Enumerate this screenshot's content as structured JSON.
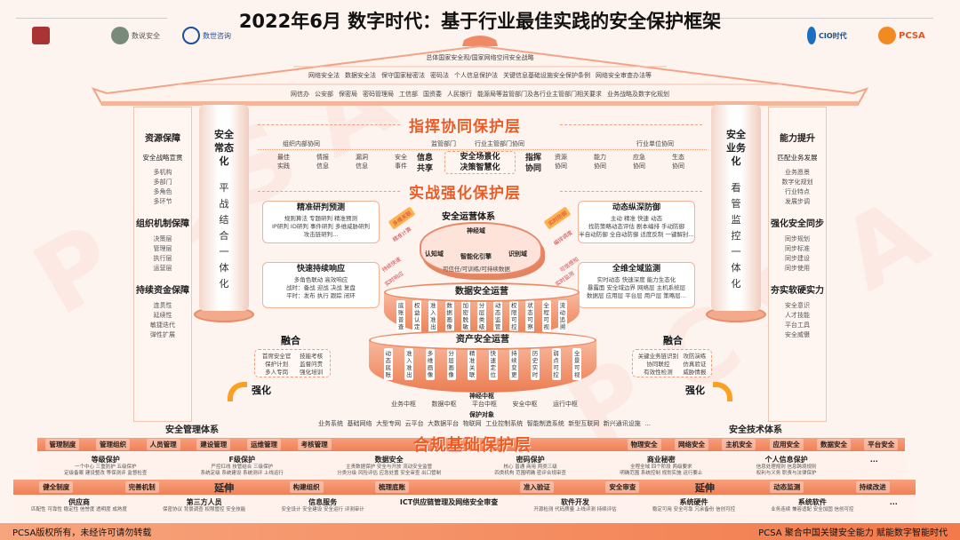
{
  "title": "2022年6月 数字时代：基于行业最佳实践的安全保护框架",
  "logos": {
    "left": [
      "数说安全",
      "数世咨询"
    ],
    "right": [
      "CIO时代",
      "PCSA"
    ]
  },
  "watermark": "PCSA",
  "roof": {
    "line1": "总体国家安全观/国家网络空间安全战略",
    "line2": [
      "网络安全法",
      "数据安全法",
      "保守国家秘密法",
      "密码法",
      "个人信息保护法",
      "关键信息基础设施安全保护条例",
      "网络安全审查办法等"
    ],
    "line3": [
      "网信办",
      "公安部",
      "保密局",
      "密码管理局",
      "工信部",
      "国资委",
      "人民银行",
      "能源局等监管部门及各行业主管部门相关要求",
      "业务战略及数字化规划"
    ]
  },
  "left_column": {
    "title": "资源保障",
    "sections": [
      {
        "head": "安全战略宣贯",
        "items": [
          "多机构",
          "多部门",
          "多角色",
          "多环节"
        ]
      },
      {
        "head": "组织机制保障",
        "items": [
          "决策层",
          "管理层",
          "执行层",
          "运营层"
        ]
      },
      {
        "head": "持续资金保障",
        "items": [
          "连贯性",
          "延续性",
          "敏捷迭代",
          "弹性扩展"
        ]
      }
    ]
  },
  "right_column": {
    "title": "能力提升",
    "sections": [
      {
        "head": "匹配业务发展",
        "items": [
          "业务愿景",
          "数字化规划",
          "行业特点",
          "发展步调"
        ]
      },
      {
        "head": "强化安全同步",
        "items": [
          "同步规划",
          "同步标准",
          "同步建设",
          "同步使用"
        ]
      },
      {
        "head": "夯实软硬实力",
        "items": [
          "安全意识",
          "人才技能",
          "平台工具",
          "安全威慑"
        ]
      }
    ]
  },
  "left_pillar": {
    "head": "安全常态化",
    "vertical": "平战结合一体化"
  },
  "right_pillar": {
    "head": "安全业务化",
    "vertical": "看管监控一体化"
  },
  "command_layer": {
    "title": "指挥协同保护层",
    "labels": [
      "组织内部协同",
      "监管部门",
      "行业主管部门协同",
      "行业单位协同"
    ],
    "left_cells": [
      "最佳实践",
      "情报信息",
      "漏洞信息",
      "安全事件"
    ],
    "center": [
      "信息共享",
      "安全场景化",
      "决策智慧化",
      "指挥协同"
    ],
    "right_cells": [
      "资源协同",
      "能力协同",
      "应急协同",
      "生态协同"
    ]
  },
  "combat_layer": {
    "title": "实战强化保护层",
    "ops_title": "安全运营体系",
    "brain": {
      "top": "神经域",
      "left": "认知域",
      "center": "智能化引擎",
      "right": "识别域",
      "bottom": "可信任/可训练/可持续数据"
    },
    "boxes": [
      {
        "title": "精准研判预测",
        "lines": [
          "规则算法 专题研判 精准预测",
          "IP研判 ID研判 事件研判 多维威胁研判",
          "攻击链研判..."
        ]
      },
      {
        "title": "快速持续响应",
        "lines": [
          "多角色联动 高效响应",
          "战时：备战 迎战 决战 复盘",
          "平时：发布 执行 跟踪 闭环"
        ]
      },
      {
        "title": "动态纵深防御",
        "lines": [
          "主动 精准 快速 动态",
          "找防策略动态评估 剧本编排 手动防御",
          "半自动防御 全自动防御 适度反制 一键解封..."
        ]
      },
      {
        "title": "全维全域监测",
        "lines": [
          "实时动态 快速深度 能力生态化",
          "暴露面 安全域边界 网络层 主机系统层",
          "数据层 应用层 平台层 用户层 策略层..."
        ]
      }
    ],
    "arrows": [
      "多维关联",
      "精准计算",
      "持续快速",
      "实时响应",
      "实时防御",
      "编排调度",
      "可信感知",
      "实时监测"
    ],
    "data_ops": {
      "title": "数据安全运营",
      "items": [
        "底账普查",
        "权益认定",
        "准入准出",
        "数据画像",
        "加密脱敏",
        "分层类级",
        "动态监管",
        "权限可控",
        "状态可察",
        "全程可视",
        "流动追溯"
      ]
    },
    "asset_ops": {
      "title": "资产安全运营",
      "items": [
        "动态底账",
        "准入准出",
        "多维画像",
        "分层画像",
        "精准关联",
        "快速定位",
        "持续变更",
        "历史实时",
        "弱点可控",
        "全景可视"
      ]
    },
    "hub": {
      "title": "神经中枢",
      "items": [
        "业务中枢",
        "数据中枢",
        "平台中枢",
        "安全中枢",
        "运行中枢"
      ]
    },
    "targets": {
      "title": "保护对象",
      "items": [
        "业务系统",
        "基础网络",
        "大型专网",
        "云平台",
        "大数据平台",
        "物联网",
        "工业控制系统",
        "智能制造系统",
        "新型互联网",
        "新兴通讯设施",
        "..."
      ]
    },
    "fuse_left": {
      "label": "融合",
      "col1": [
        "首席安全官",
        "保护计划",
        "多人专岗"
      ],
      "col2": [
        "技能考核",
        "监督问责",
        "强化培训"
      ],
      "strengthen": "强化"
    },
    "fuse_right": {
      "label": "融合",
      "col1": [
        "关键业务链识别",
        "协同联控",
        "有效性检测"
      ],
      "col2": [
        "攻防演练",
        "仿真验证",
        "威胁情报"
      ],
      "strengthen": "强化"
    }
  },
  "compliance_layer": {
    "title": "合规基础保护层",
    "mgmt_title": "安全管理体系",
    "tech_title": "安全技术体系",
    "mgmt_band": [
      "管理制度",
      "管理组织",
      "人员管理",
      "建设管理",
      "运维管理",
      "考核管理"
    ],
    "tech_band": [
      "物理安全",
      "网络安全",
      "主机安全",
      "应用安全",
      "数据安全",
      "平台安全"
    ],
    "tier1": [
      {
        "head": "等级保护",
        "lines": [
          "一个中心 三重防护 五级保护",
          "定级备案 建设整改 等保测评 监督检查"
        ]
      },
      {
        "head": "F级保护",
        "lines": [
          "严控红线 技管结合 三级保护",
          "系统定级 系统建设 系统测评 上线运行"
        ]
      },
      {
        "head": "数据安全",
        "lines": [
          "主责数据保护 安全与开放 流动安全监管",
          "分类分级 风险评估 应急处置 安全审查 出口管制"
        ]
      },
      {
        "head": "密码保护",
        "lines": [
          "核心 普通 商用 两类三级",
          "四类机构 范围明确 密评合规审查"
        ]
      },
      {
        "head": "商业秘密",
        "lines": [
          "全程全域 四个阶段 两级要求",
          "明确范围 系统控制 规划实施 运行要止"
        ]
      },
      {
        "head": "个人信息保护",
        "lines": [
          "信息处理规则 信息跨境规则",
          "权利与义务 职责与法律保护"
        ]
      },
      {
        "head": "...",
        "lines": []
      }
    ],
    "band2": [
      "健全制度",
      "完善机制",
      "延伸",
      "构建组织",
      "梳理底账",
      "",
      "准入验证",
      "安全审查",
      "延伸",
      "动态监测",
      "持续改进"
    ],
    "tier2": [
      {
        "head": "供应商",
        "lines": [
          "匹配性 可靠性 稳定性 信誉度 透明度 成熟度"
        ]
      },
      {
        "head": "第三方人员",
        "lines": [
          "保密协议 背景调查 权限管控 安全技能"
        ]
      },
      {
        "head": "信息服务",
        "lines": [
          "安全设计 安全建设 安全运行 评测审计"
        ]
      },
      {
        "head": "ICT供应链管理及网络安全审查",
        "lines": []
      },
      {
        "head": "软件开发",
        "lines": [
          "开源检测 代码质量 上线评测 持续评估"
        ]
      },
      {
        "head": "系统硬件",
        "lines": [
          "稳定可用 安全可靠 冗余备份 信创可控"
        ]
      },
      {
        "head": "系统软件",
        "lines": [
          "业务连续 兼容适配 安全加固 信创可控"
        ]
      },
      {
        "head": "...",
        "lines": []
      }
    ]
  },
  "footer": {
    "left": "PCSA版权所有，未经许可请勿转载",
    "right": "PCSA 聚合中国关键安全能力  赋能数字智能时代"
  },
  "colors": {
    "accent": "#f05a22",
    "band": "#f08056",
    "arrow": "#fba020"
  }
}
